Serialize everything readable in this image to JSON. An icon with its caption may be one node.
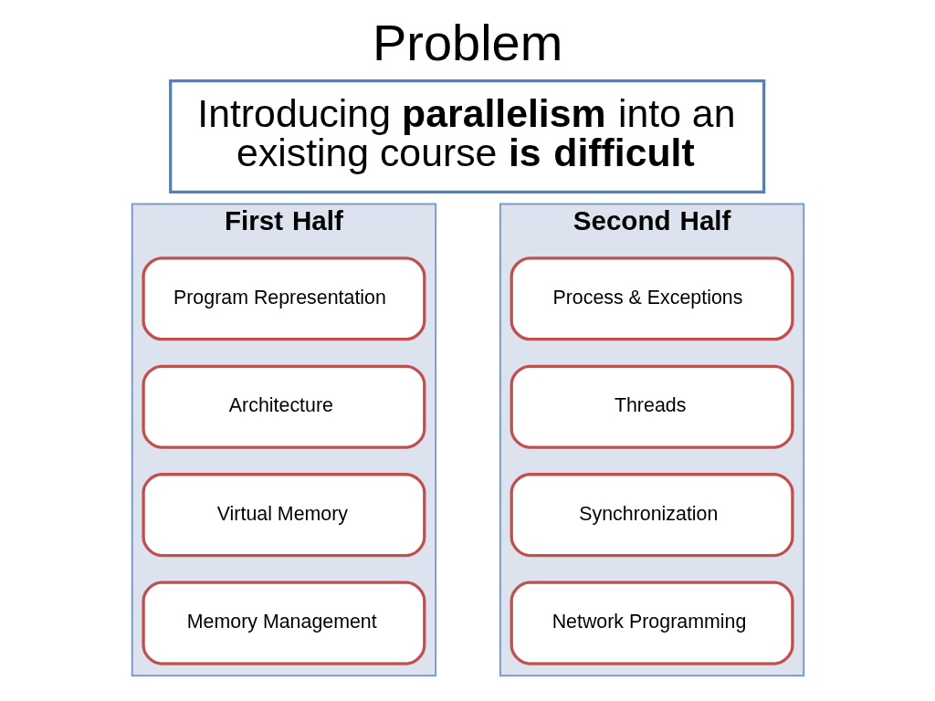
{
  "diagram": {
    "title": "Problem",
    "nodes": [
      {
        "text": [
          "Introducing **parallelism** into an existing course **is difficult**"
        ]
      },
      {
        "text": [
          "First Half"
        ]
      },
      {
        "text": [
          "Program Representation"
        ],
        "in": 1
      },
      {
        "text": [
          "Architecture"
        ],
        "in": 1
      },
      {
        "text": [
          "Virtual Memory"
        ],
        "in": 1
      },
      {
        "text": [
          "Memory Management"
        ],
        "in": 1
      },
      {
        "text": [
          "Second Half"
        ]
      },
      {
        "text": [
          "Process & Exceptions"
        ],
        "in": 6
      },
      {
        "text": [
          "Threads"
        ],
        "in": 6
      },
      {
        "text": [
          "Synchronization"
        ],
        "in": 6
      },
      {
        "text": [
          "Network Programming"
        ],
        "in": 6
      }
    ],
    "edges": []
  }
}
